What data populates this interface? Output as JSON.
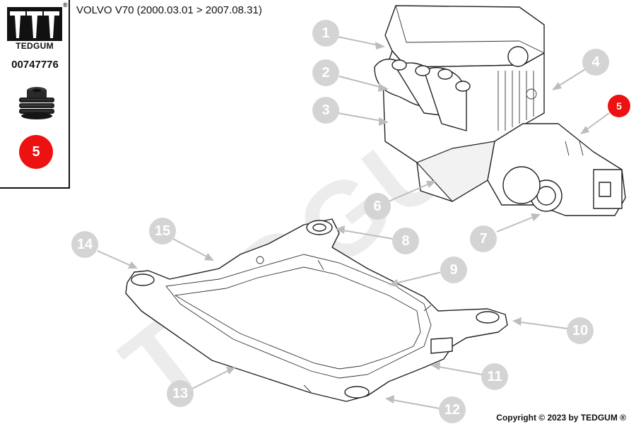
{
  "header": {
    "title": "VOLVO V70  (2000.03.01 > 2007.08.31)"
  },
  "sidebar": {
    "brand": "TEDGUM",
    "registered": "®",
    "part_number": "00747776",
    "highlight_position": "5"
  },
  "diagram": {
    "watermark": "TEDGUM",
    "callouts": [
      "1",
      "2",
      "3",
      "4",
      "5",
      "6",
      "7",
      "8",
      "9",
      "10",
      "11",
      "12",
      "13",
      "14",
      "15"
    ],
    "highlighted_callout": "5",
    "colors": {
      "callout_default": "#d4d4d4",
      "callout_highlight": "#ee1111",
      "watermark": "#ececec"
    }
  },
  "footer": {
    "copyright": "Copyright © 2023 by TEDGUM ®"
  }
}
